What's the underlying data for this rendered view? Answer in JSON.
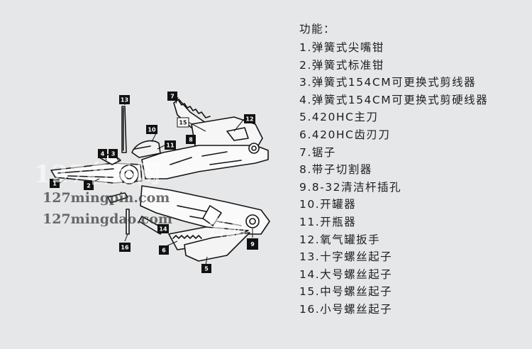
{
  "features": {
    "title": "功能：",
    "items": [
      "1.弹簧式尖嘴钳",
      "2.弹簧式标准钳",
      "3.弹簧式154CM可更换式剪线器",
      "4.弹簧式154CM可更换式剪硬线器",
      "5.420HC主刀",
      "6.420HC齿刃刀",
      "7.锯子",
      "8.带子切割器",
      "9.8-32清洁杆插孔",
      "10.开罐器",
      "11.开瓶器",
      "12.氧气罐扳手",
      "13.十字螺丝起子",
      "14.大号螺丝起子",
      "15.中号螺丝起子",
      "16.小号螺丝起子"
    ]
  },
  "diagram": {
    "callouts": [
      "1",
      "2",
      "3",
      "4",
      "5",
      "6",
      "7",
      "8",
      "9",
      "10",
      "11",
      "12",
      "13",
      "14",
      "15",
      "16"
    ]
  },
  "watermarks": {
    "a": "127mingpin.com",
    "b": "127mingdao.com",
    "c": "127名品网",
    "d": "名品"
  },
  "colors": {
    "background": "#e6e7e8",
    "ink": "#1e1e1e"
  }
}
